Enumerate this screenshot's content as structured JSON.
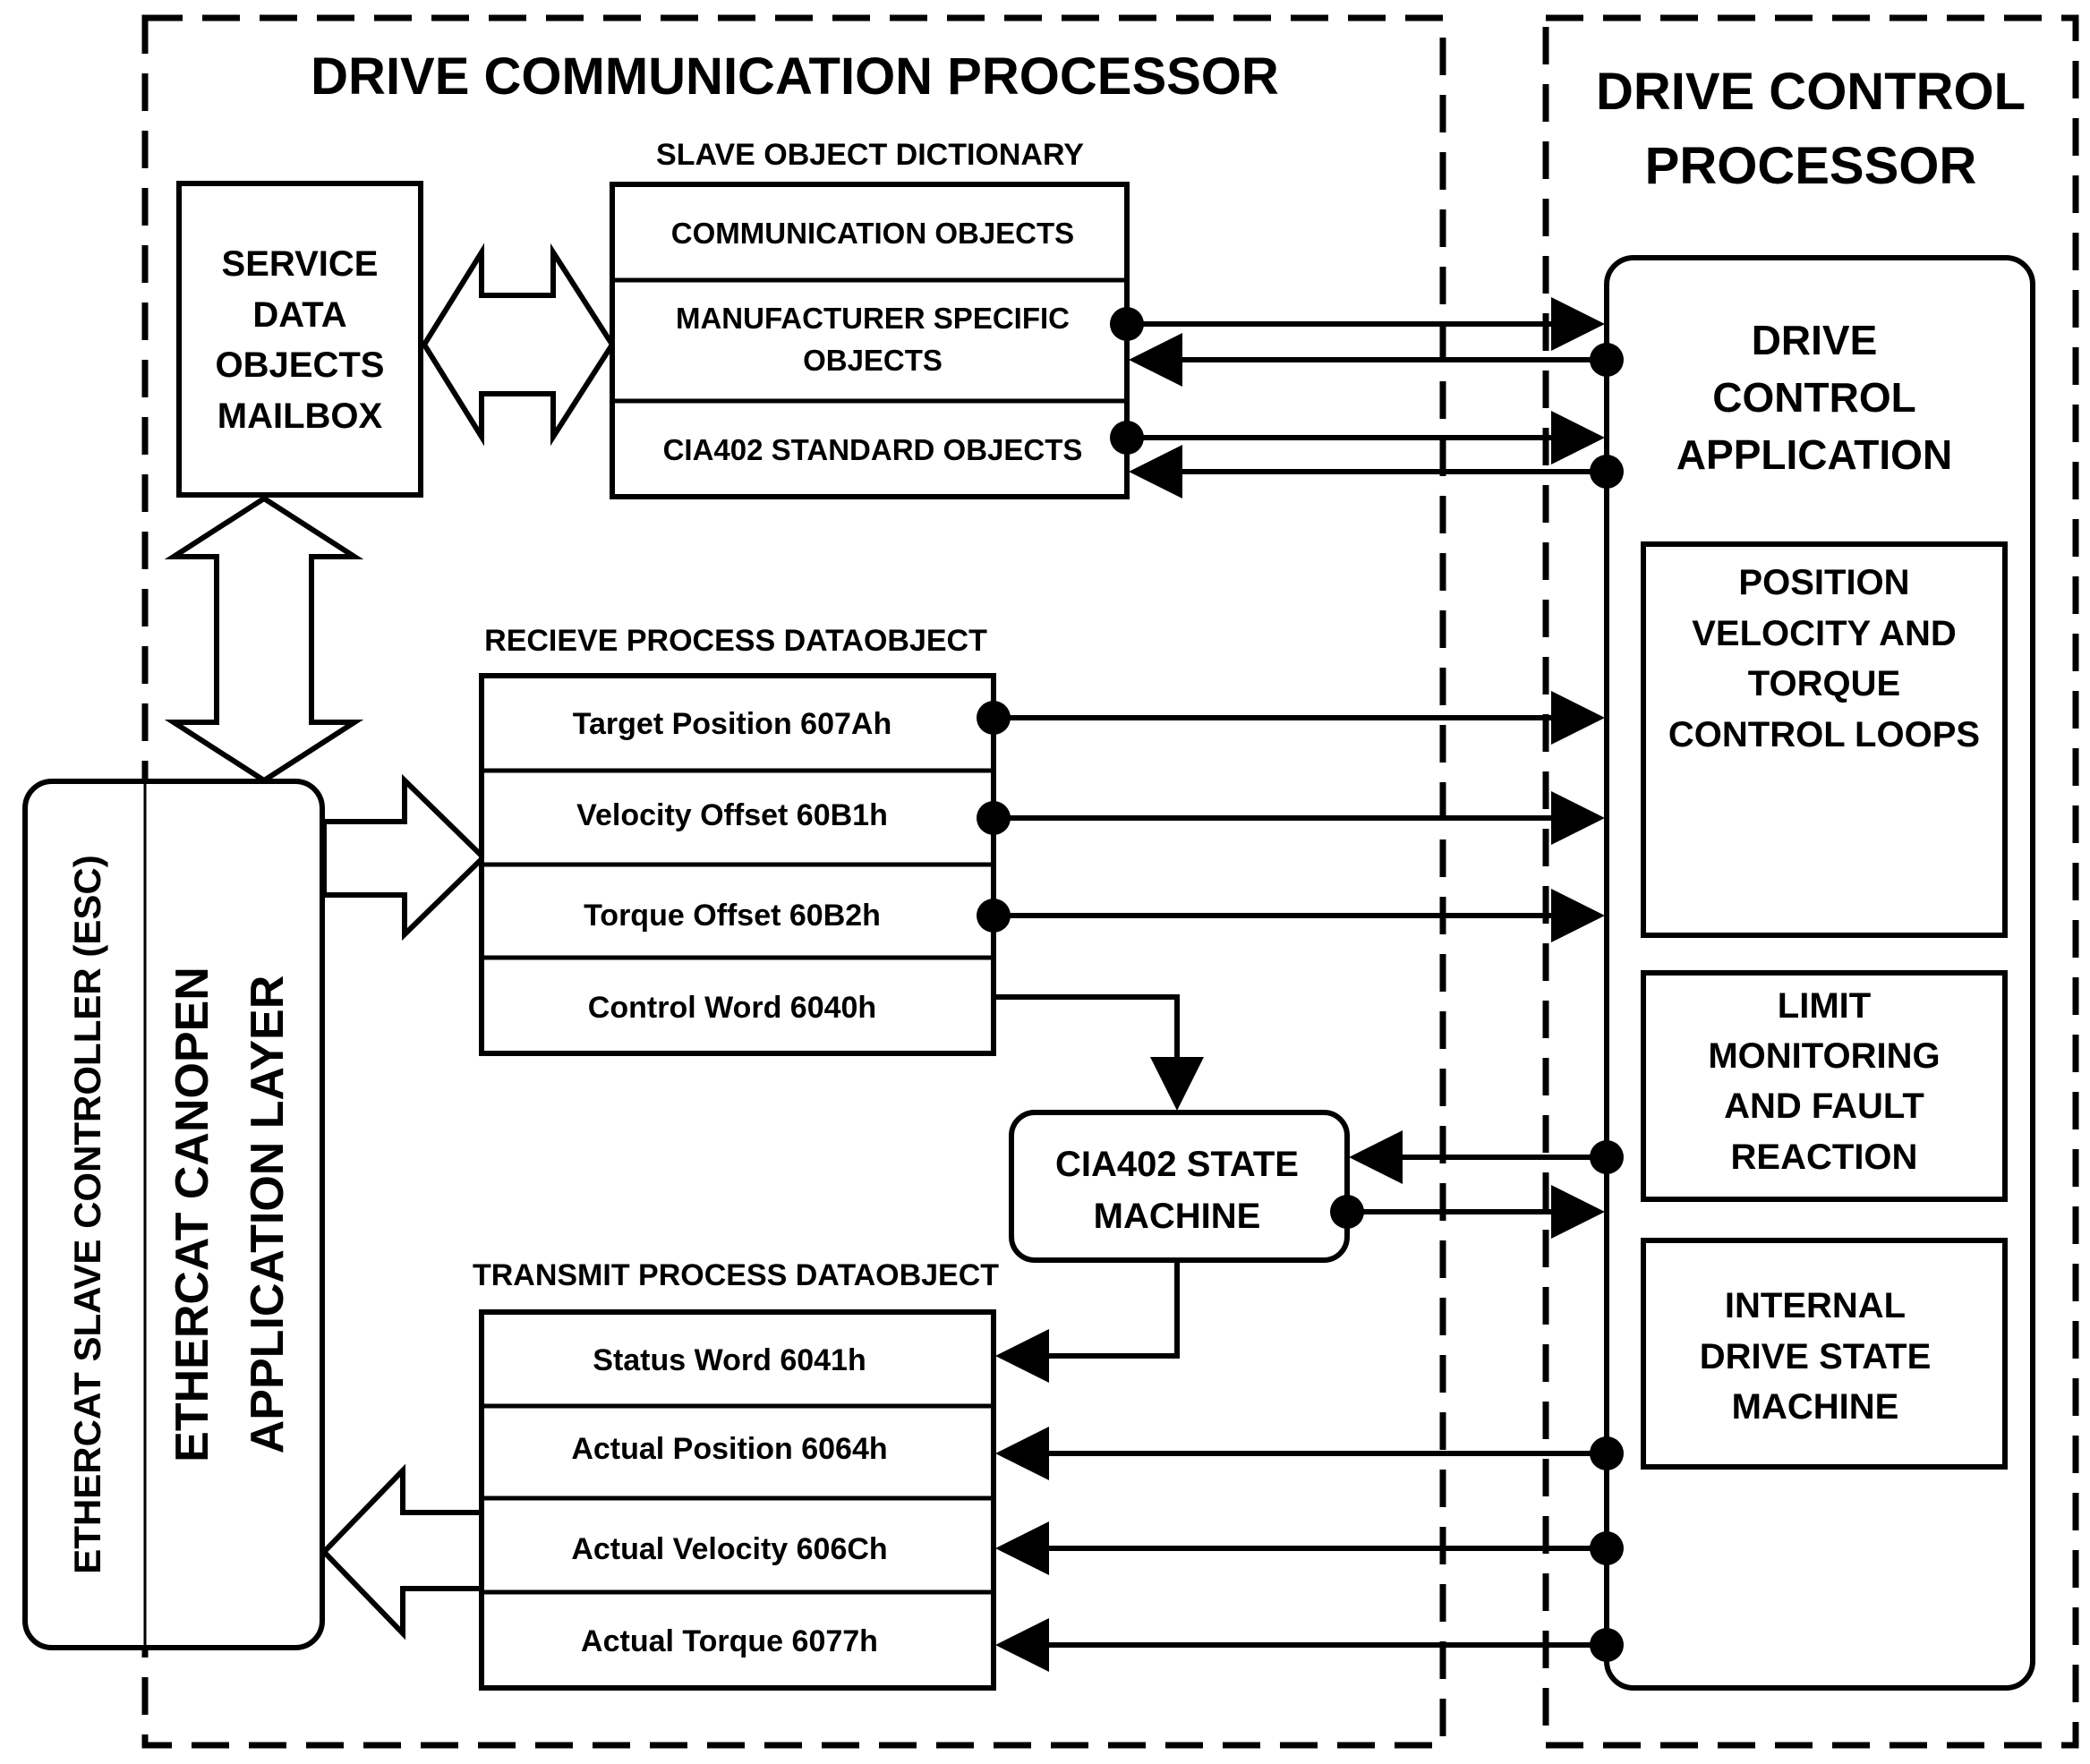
{
  "drive_comm": {
    "title": "DRIVE COMMUNICATION PROCESSOR"
  },
  "drive_control": {
    "title_line1": "DRIVE CONTROL",
    "title_line2": "PROCESSOR",
    "application": [
      "DRIVE",
      "CONTROL",
      "APPLICATION"
    ],
    "loops": [
      "POSITION",
      "VELOCITY AND",
      "TORQUE",
      "CONTROL LOOPS"
    ],
    "limit": [
      "LIMIT",
      "MONITORING",
      "AND FAULT",
      "REACTION"
    ],
    "internal": [
      "INTERNAL",
      "DRIVE STATE",
      "MACHINE"
    ]
  },
  "mailbox": [
    "SERVICE",
    "DATA",
    "OBJECTS",
    "MAILBOX"
  ],
  "dictionary": {
    "title": "SLAVE OBJECT DICTIONARY",
    "comm_objects": "COMMUNICATION OBJECTS",
    "manufacturer": [
      "MANUFACTURER SPECIFIC",
      "OBJECTS"
    ],
    "cia402": "CIA402 STANDARD OBJECTS"
  },
  "rxpdo": {
    "title": "RECIEVE PROCESS DATAOBJECT",
    "items": [
      "Target Position 607Ah",
      "Velocity Offset 60B1h",
      "Torque Offset 60B2h",
      "Control Word  6040h"
    ]
  },
  "txpdo": {
    "title": "TRANSMIT PROCESS DATAOBJECT",
    "items": [
      "Status Word 6041h",
      "Actual Position 6064h",
      "Actual Velocity 606Ch",
      "Actual Torque  6077h"
    ]
  },
  "state_machine": [
    "CIA402 STATE",
    "MACHINE"
  ],
  "esc": {
    "outer": "ETHERCAT SLAVE CONTROLLER (ESC)",
    "inner_line1": "ETHERCAT CANOPEN",
    "inner_line2": "APPLICATION LAYER"
  }
}
